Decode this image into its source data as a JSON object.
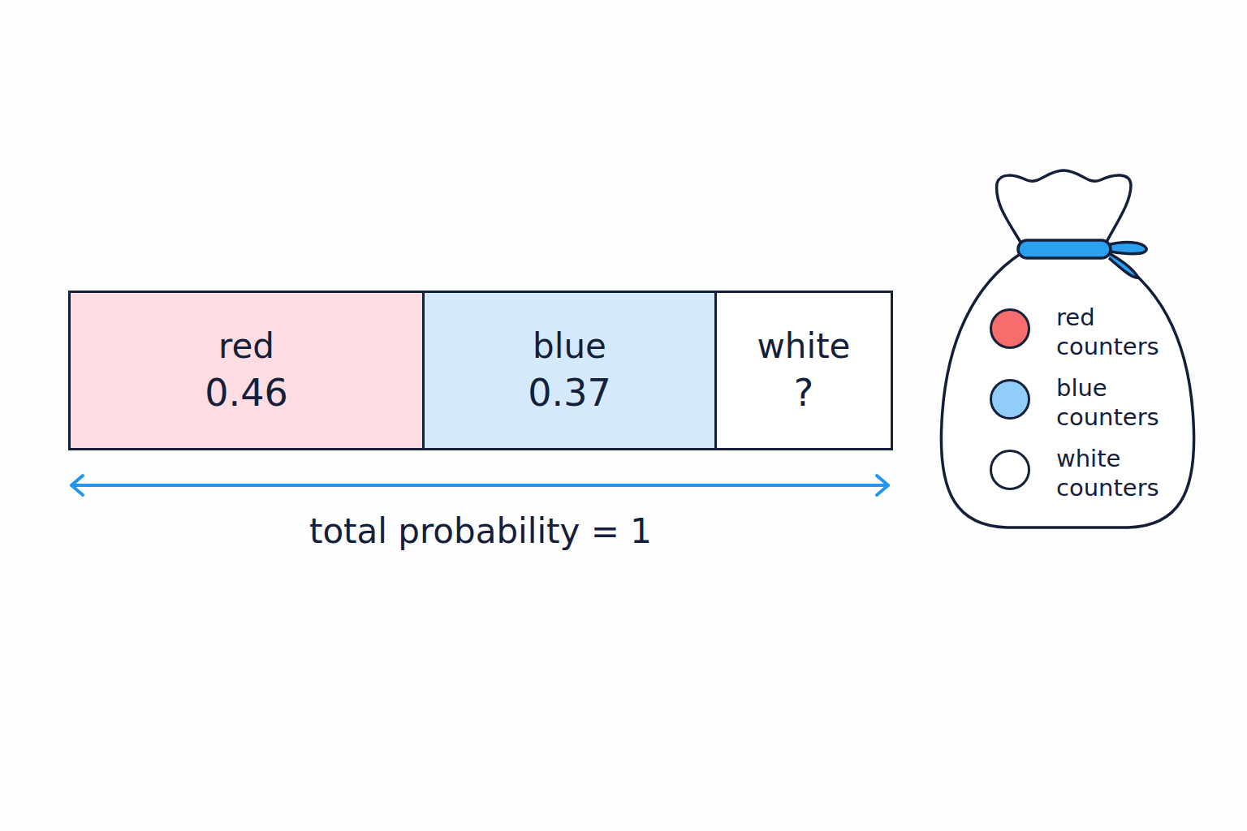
{
  "diagram": {
    "nodes": [
      {
        "text": [
          "red",
          "0.46"
        ]
      },
      {
        "text": [
          "blue",
          "0.37"
        ]
      },
      {
        "text": [
          "white",
          "?"
        ]
      }
    ],
    "labels": [
      "total probability = 1"
    ],
    "legend": [
      {
        "text": "red counters",
        "color": "#f76d6d"
      },
      {
        "text": "blue counters",
        "color": "#90cdf8"
      },
      {
        "text": "white counters",
        "color": "#ffffff"
      }
    ]
  }
}
